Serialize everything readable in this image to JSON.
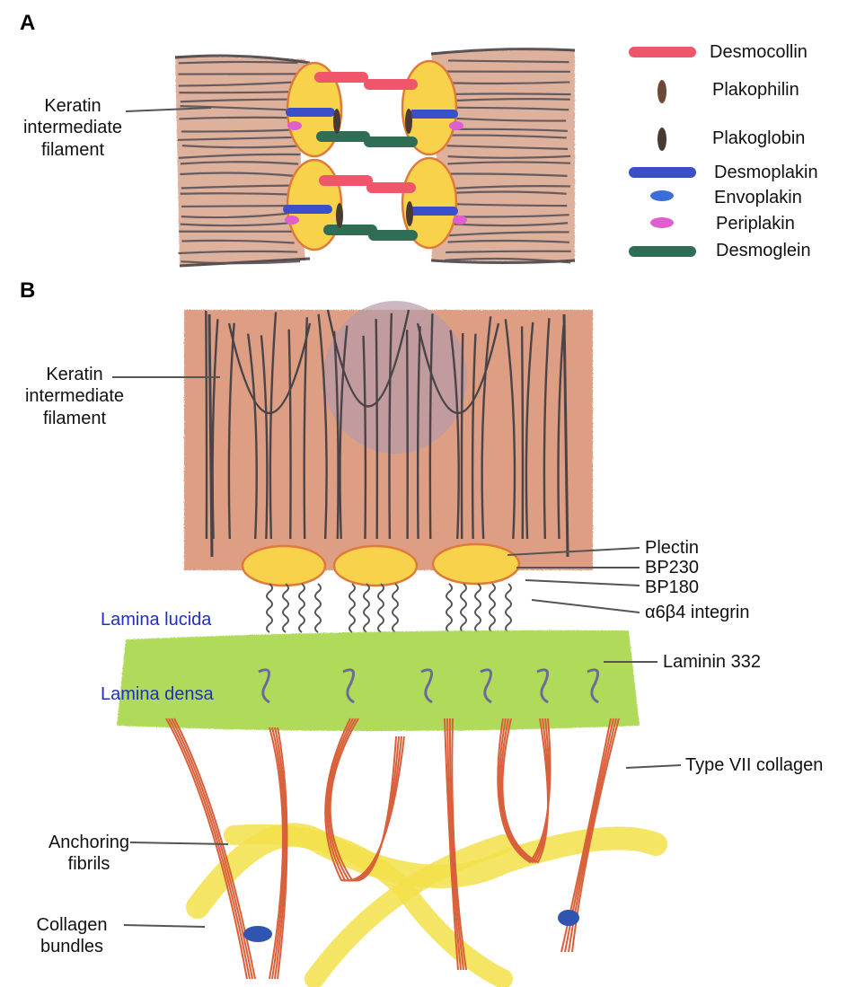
{
  "panel_a": {
    "letter": "A",
    "left_label": [
      "Keratin",
      "intermediate",
      "filament"
    ],
    "legend": [
      {
        "label": "Desmocollin",
        "color": "#f0566b",
        "shape": "bar"
      },
      {
        "label": "Plakophilin",
        "color": "#6b4a3a",
        "shape": "oval"
      },
      {
        "label": "Plakoglobin",
        "color": "#4a3a30",
        "shape": "oval"
      },
      {
        "label": "Desmoplakin",
        "color": "#3a4fc8",
        "shape": "bar"
      },
      {
        "label": "Envoplakin",
        "color": "#3a6ed8",
        "shape": "dot"
      },
      {
        "label": "Periplakin",
        "color": "#e05fd0",
        "shape": "dot"
      },
      {
        "label": "Desmoglein",
        "color": "#2f6e55",
        "shape": "bar"
      }
    ]
  },
  "panel_b": {
    "letter": "B",
    "keratin_label": [
      "Keratin",
      "intermediate",
      "filament"
    ],
    "right_labels": {
      "plectin": "Plectin",
      "bp230": "BP230",
      "bp180": "BP180",
      "integrin": "α6β4 integrin",
      "laminin": "Laminin 332",
      "collagen7": "Type VII collagen"
    },
    "lamina_lucida": "Lamina lucida",
    "lamina_densa": "Lamina densa",
    "anchoring_label": [
      "Anchoring",
      "fibrils"
    ],
    "bundles_label": [
      "Collagen",
      "bundles"
    ]
  },
  "colors": {
    "keratin_bg": "#d98e6e",
    "filament": "#4a4448",
    "plaque": "#f7d24a",
    "plaque_edge": "#e07a3a",
    "lamina": "#a8d84a",
    "collagen7": "#d9603a",
    "bundle": "#f2e04a",
    "lamina_text": "#1f2fc4"
  }
}
